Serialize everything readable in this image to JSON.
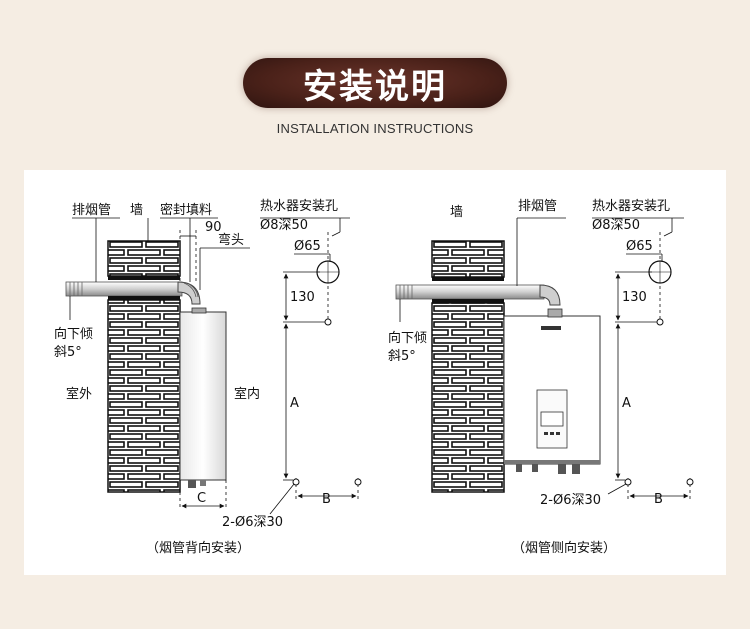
{
  "header": {
    "title": "安装说明",
    "subtitle": "INSTALLATION INSTRUCTIONS"
  },
  "left_diagram": {
    "label_flue_pipe": "排烟管",
    "label_wall": "墙",
    "label_sealant": "密封填料",
    "label_dim_90": "90",
    "label_elbow": "弯头",
    "label_tilt_line1": "向下倾",
    "label_tilt_line2": "斜5°",
    "label_outdoor": "室外",
    "label_indoor": "室内",
    "label_dim_c": "C",
    "caption": "（烟管背向安装）"
  },
  "right_diagram": {
    "label_wall": "墙",
    "label_flue_pipe": "排烟管",
    "label_tilt_line1": "向下倾",
    "label_tilt_line2": "斜5°",
    "caption": "（烟管侧向安装）"
  },
  "mount_holes": {
    "label_title": "热水器安装孔",
    "label_hole": "Ø8深50",
    "label_dia": "Ø65",
    "label_130": "130",
    "label_a": "A",
    "label_b": "B",
    "label_bottom_holes": "2-Ø6深30"
  },
  "colors": {
    "title_bg": "#4a2119",
    "page_bg": "#f5ede3",
    "panel_bg": "#ffffff"
  }
}
